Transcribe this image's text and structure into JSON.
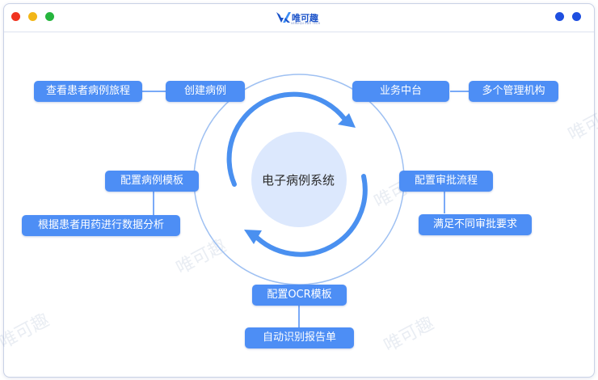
{
  "window": {
    "traffic_lights": [
      {
        "name": "close",
        "color": "#f0331f"
      },
      {
        "name": "minimize",
        "color": "#f2b617"
      },
      {
        "name": "zoom",
        "color": "#26b53d"
      }
    ],
    "right_dots": [
      {
        "name": "dot-1",
        "color": "#1e4fe0"
      },
      {
        "name": "dot-2",
        "color": "#1e4fe0"
      }
    ]
  },
  "logo": {
    "name": "唯可趣",
    "subtitle": "VEIKEQU EDU TECH",
    "brand_color": "#1a52c9",
    "icon": "vk-logo-icon"
  },
  "diagram": {
    "center": "电子病例系统",
    "nodes": {
      "view_journey": "查看患者病例旅程",
      "create_case": "创建病例",
      "business_platform": "业务中台",
      "multi_orgs": "多个管理机构",
      "case_template": "配置病例模板",
      "drug_analysis": "根据患者用药进行数据分析",
      "approval_flow": "配置审批流程",
      "approval_needs": "满足不同审批要求",
      "ocr_template": "配置OCR模板",
      "auto_report": "自动识别报告单"
    },
    "colors": {
      "node": "#4d8ef5",
      "ring": "#9ec0f2",
      "arrow": "#4a90f0",
      "core": "#dce8fd"
    }
  },
  "watermark": {
    "text": "唯可趣"
  }
}
